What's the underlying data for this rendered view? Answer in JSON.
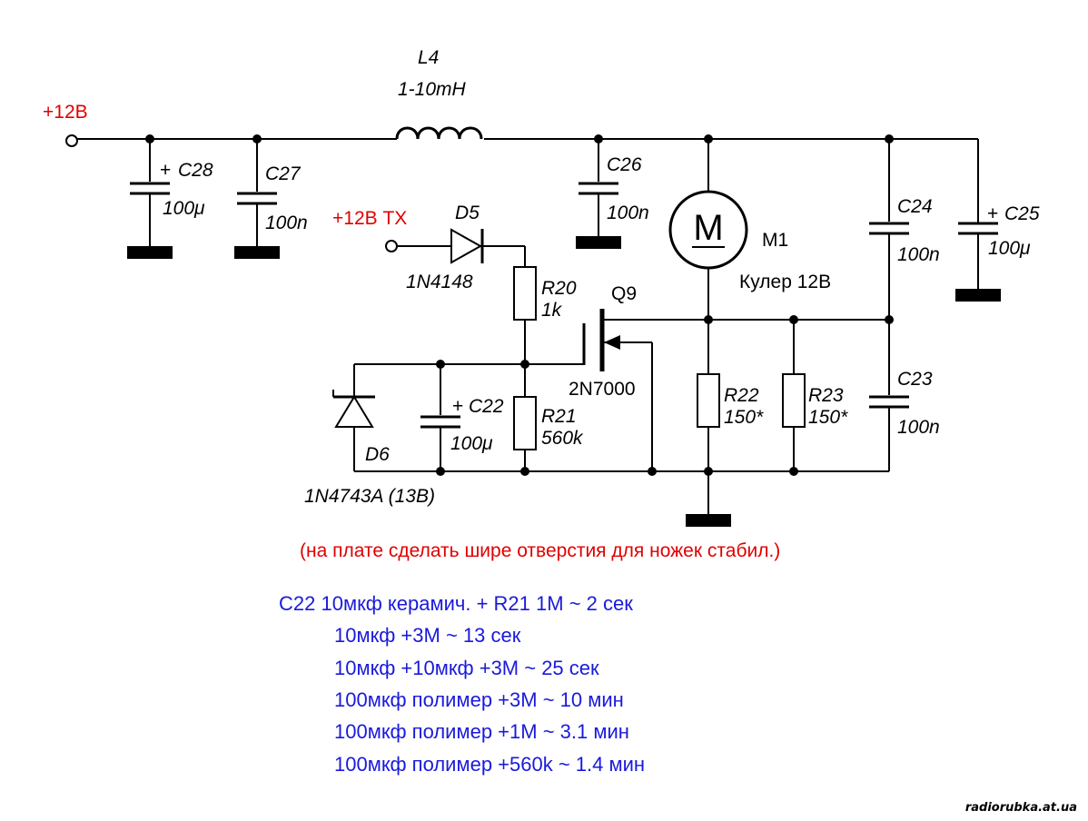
{
  "power": {
    "vcc": "+12В",
    "vcc_tx": "+12В TX"
  },
  "components": {
    "l4": {
      "ref": "L4",
      "value": "1-10mH"
    },
    "c28": {
      "ref": "C28",
      "value": "100μ"
    },
    "c27": {
      "ref": "C27",
      "value": "100n"
    },
    "c26": {
      "ref": "C26",
      "value": "100n"
    },
    "c24": {
      "ref": "C24",
      "value": "100n"
    },
    "c25": {
      "ref": "C25",
      "value": "100μ"
    },
    "c23": {
      "ref": "C23",
      "value": "100n"
    },
    "c22": {
      "ref": "C22",
      "value": "100μ"
    },
    "d5": {
      "ref": "D5",
      "value": "1N4148"
    },
    "d6": {
      "ref": "D6",
      "value": "1N4743A (13В)"
    },
    "r20": {
      "ref": "R20",
      "value": "1k"
    },
    "r21": {
      "ref": "R21",
      "value": "560k"
    },
    "r22": {
      "ref": "R22",
      "value": "150*"
    },
    "r23": {
      "ref": "R23",
      "value": "150*"
    },
    "q9": {
      "ref": "Q9",
      "value": "2N7000"
    },
    "m1": {
      "ref": "M1",
      "value": "Кулер 12В",
      "glyph": "M"
    }
  },
  "polarity_mark": "+",
  "notes": {
    "pcb_note": "(на плате сделать шире отверстия для ножек стабил.)",
    "timing": [
      "С22 10мкф керамич. + R21 1М ~ 2 сек",
      "10мкф +3М ~ 13 сек",
      "10мкф +10мкф +3М ~ 25 сек",
      "100мкф полимер +3М ~ 10 мин",
      "100мкф полимер +1М ~ 3.1 мин",
      "100мкф полимер +560k ~ 1.4 мин"
    ]
  },
  "watermark": "radiorubka.at.ua"
}
